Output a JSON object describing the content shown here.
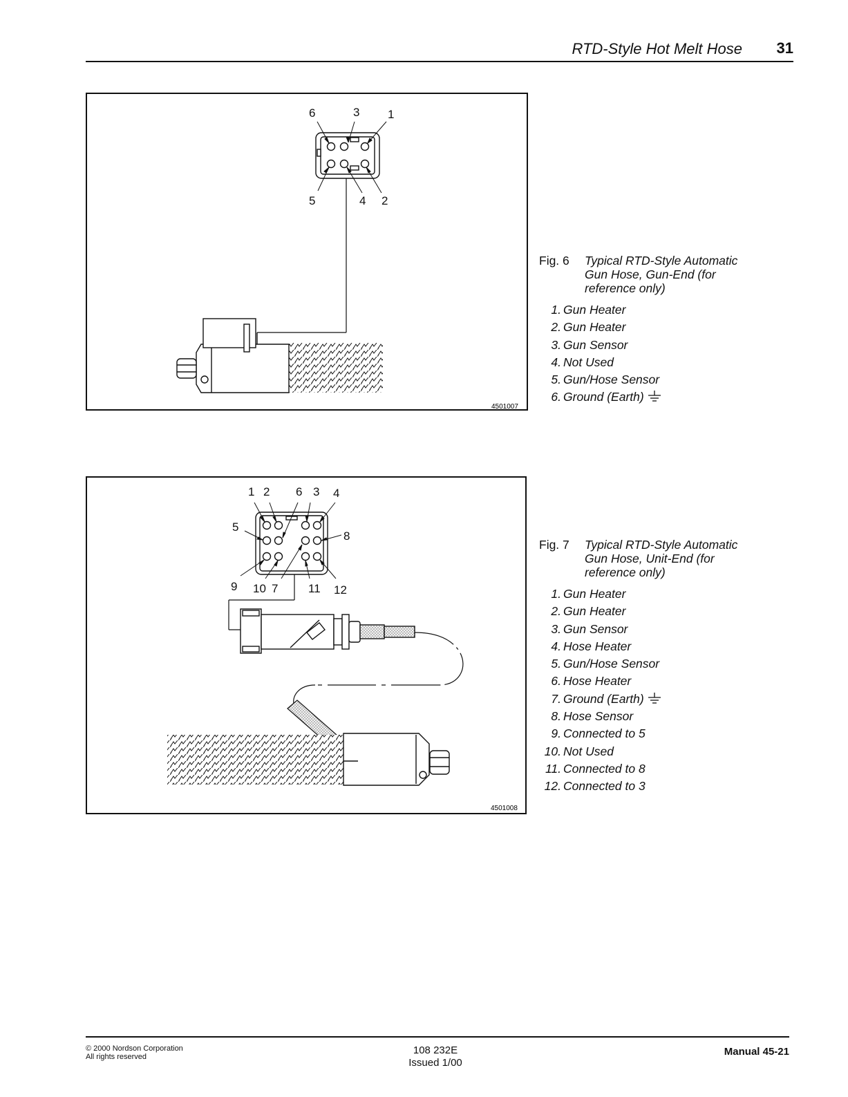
{
  "header": {
    "title": "RTD-Style Hot Melt Hose",
    "page_number": "31"
  },
  "figures": [
    {
      "drawing_number": "4501007",
      "callouts": [
        "6",
        "3",
        "1",
        "5",
        "4",
        "2"
      ],
      "caption_label": "Fig. 6",
      "caption_text": "Typical RTD-Style Automatic Gun Hose, Gun-End (for reference only)",
      "legend": [
        {
          "num": "1.",
          "text": "Gun Heater"
        },
        {
          "num": "2.",
          "text": "Gun Heater"
        },
        {
          "num": "3.",
          "text": "Gun Sensor"
        },
        {
          "num": "4.",
          "text": "Not Used"
        },
        {
          "num": "5.",
          "text": "Gun/Hose Sensor"
        },
        {
          "num": "6.",
          "text": "Ground (Earth)",
          "ground_symbol": true
        }
      ]
    },
    {
      "drawing_number": "4501008",
      "callouts": [
        "1",
        "2",
        "6",
        "3",
        "4",
        "5",
        "8",
        "9",
        "10",
        "7",
        "11",
        "12"
      ],
      "caption_label": "Fig. 7",
      "caption_text": "Typical RTD-Style Automatic Gun Hose, Unit-End (for reference only)",
      "legend": [
        {
          "num": "1.",
          "text": "Gun Heater"
        },
        {
          "num": "2.",
          "text": "Gun Heater"
        },
        {
          "num": "3.",
          "text": "Gun Sensor"
        },
        {
          "num": "4.",
          "text": "Hose Heater"
        },
        {
          "num": "5.",
          "text": "Gun/Hose Sensor"
        },
        {
          "num": "6.",
          "text": "Hose Heater"
        },
        {
          "num": "7.",
          "text": "Ground (Earth)",
          "ground_symbol": true
        },
        {
          "num": "8.",
          "text": "Hose Sensor"
        },
        {
          "num": "9.",
          "text": "Connected to 5"
        },
        {
          "num": "10.",
          "text": "Not Used"
        },
        {
          "num": "11.",
          "text": "Connected to 8"
        },
        {
          "num": "12.",
          "text": "Connected to 3"
        }
      ]
    }
  ],
  "footer": {
    "copyright": "© 2000 Nordson Corporation",
    "rights": "All rights reserved",
    "part_number": "108 232E",
    "issued": "Issued 1/00",
    "manual": "Manual 45-21"
  }
}
